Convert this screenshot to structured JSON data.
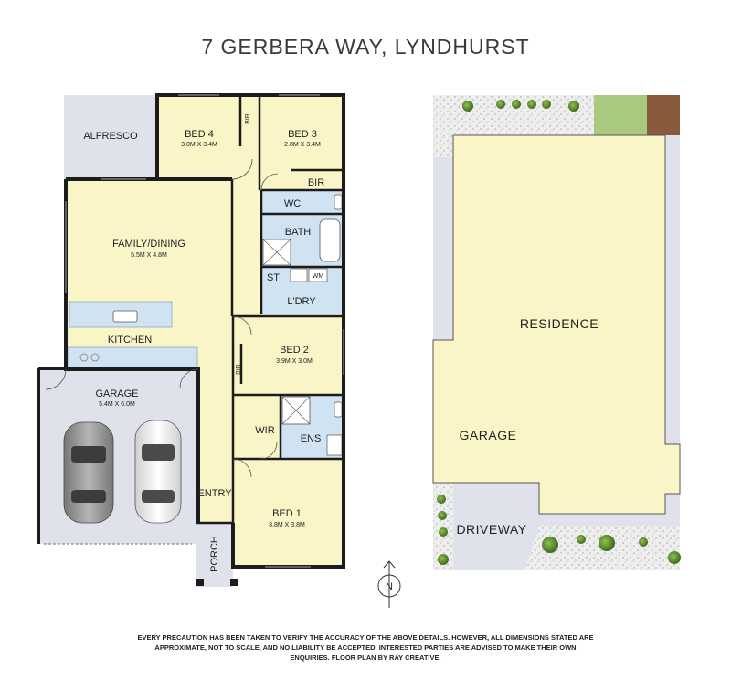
{
  "title": "7 GERBERA WAY, LYNDHURST",
  "disclaimer": "EVERY PRECAUTION HAS BEEN TAKEN TO VERIFY THE ACCURACY OF THE ABOVE DETAILS. HOWEVER, ALL DIMENSIONS STATED ARE APPROXIMATE, NOT TO SCALE, AND NO LIABILITY BE ACCEPTED. INTERESTED PARTIES ARE ADVISED TO MAKE THEIR OWN ENQUIRIES. FLOOR PLAN BY RAY CREATIVE.",
  "floor_plan": {
    "rooms": {
      "alfresco": "ALFRESCO",
      "bed4": {
        "name": "BED 4",
        "dims": "3.0M X 3.4M"
      },
      "bed3": {
        "name": "BED 3",
        "dims": "2.8M X 3.4M"
      },
      "bir_bed4": "BIR",
      "bir_bed3": "BIR",
      "wc": "WC",
      "bath": "BATH",
      "st": "ST",
      "wm": "WM",
      "laundry": "L'DRY",
      "family_dining": {
        "name": "FAMILY/DINING",
        "dims": "5.5M X 4.8M"
      },
      "kitchen": "KITCHEN",
      "bed2": {
        "name": "BED 2",
        "dims": "3.9M X 3.0M"
      },
      "bir_bed2": "BIR",
      "garage": {
        "name": "GARAGE",
        "dims": "5.4M X 6.0M"
      },
      "wir": "WIR",
      "ens": "ENS",
      "entry": "ENTRY",
      "bed1": {
        "name": "BED 1",
        "dims": "3.8M X 3.8M"
      },
      "porch": "PORCH"
    },
    "compass": "N"
  },
  "site_plan": {
    "residence": "RESIDENCE",
    "garage": "GARAGE",
    "driveway": "DRIVEWAY"
  },
  "colors": {
    "living": "#faf5c6",
    "wet": "#cfe3f3",
    "outdoor": "#dfe2ea",
    "wall": "#1c1c1c",
    "lawn": "#a9c97e",
    "garden_bed": "#8a5a3c",
    "shrub": "#5f8c2e"
  }
}
